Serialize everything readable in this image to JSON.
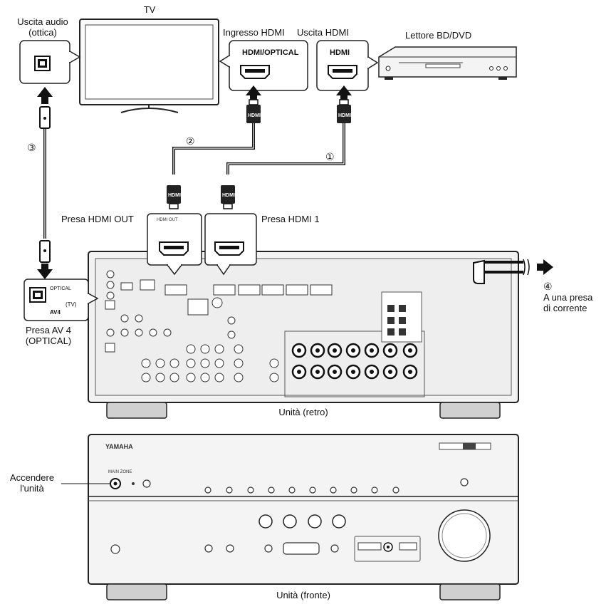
{
  "labels": {
    "tv": "TV",
    "audio_out": "Uscita audio\n(ottica)",
    "hdmi_in": "Ingresso HDMI",
    "hdmi_out": "Uscita HDMI",
    "player": "Lettore BD/DVD",
    "presa_hdmi_out": "Presa HDMI OUT",
    "presa_hdmi_1": "Presa HDMI 1",
    "presa_av4": "Presa AV 4\n(OPTICAL)",
    "power_outlet": "A una presa\ndi corrente",
    "turn_on": "Accendere\nl'unità",
    "unit_rear": "Unità (retro)",
    "unit_front": "Unità (fronte)"
  },
  "port_labels": {
    "tv_hdmi_port": "HDMI/OPTICAL",
    "player_hdmi_port": "HDMI",
    "plug": "HDMI",
    "optical_port": "OPTICAL",
    "av4_tv": "(TV)",
    "av4": "AV4",
    "brand": "YAMAHA",
    "model": "MAIN ZONE"
  },
  "steps": [
    "①",
    "②",
    "③",
    "④"
  ]
}
